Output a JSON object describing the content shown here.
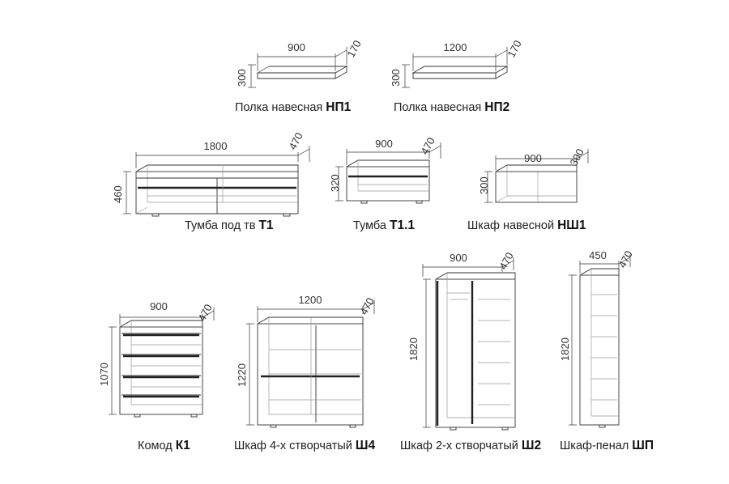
{
  "items": [
    {
      "id": "np1",
      "name": "Полка навесная",
      "code": "НП1",
      "width": "900",
      "depth": "170",
      "height": "300"
    },
    {
      "id": "np2",
      "name": "Полка навесная",
      "code": "НП2",
      "width": "1200",
      "depth": "170",
      "height": "300"
    },
    {
      "id": "t1",
      "name": "Тумба под тв",
      "code": "Т1",
      "width": "1800",
      "depth": "470",
      "height": "460"
    },
    {
      "id": "t11",
      "name": "Тумба",
      "code": "Т1.1",
      "width": "900",
      "depth": "470",
      "height": "320"
    },
    {
      "id": "nsh1",
      "name": "Шкаф навесной",
      "code": "НШ1",
      "width": "900",
      "depth": "300",
      "height": "300"
    },
    {
      "id": "k1",
      "name": "Комод",
      "code": "К1",
      "width": "900",
      "depth": "470",
      "height": "1070"
    },
    {
      "id": "sh4",
      "name": "Шкаф 4-х створчатый",
      "code": "Ш4",
      "width": "1200",
      "depth": "470",
      "height": "1220"
    },
    {
      "id": "sh2",
      "name": "Шкаф 2-х створчатый",
      "code": "Ш2",
      "width": "900",
      "depth": "470",
      "height": "1820"
    },
    {
      "id": "shp",
      "name": "Шкаф-пенал",
      "code": "ШП",
      "width": "450",
      "depth": "470",
      "height": "1820"
    }
  ]
}
